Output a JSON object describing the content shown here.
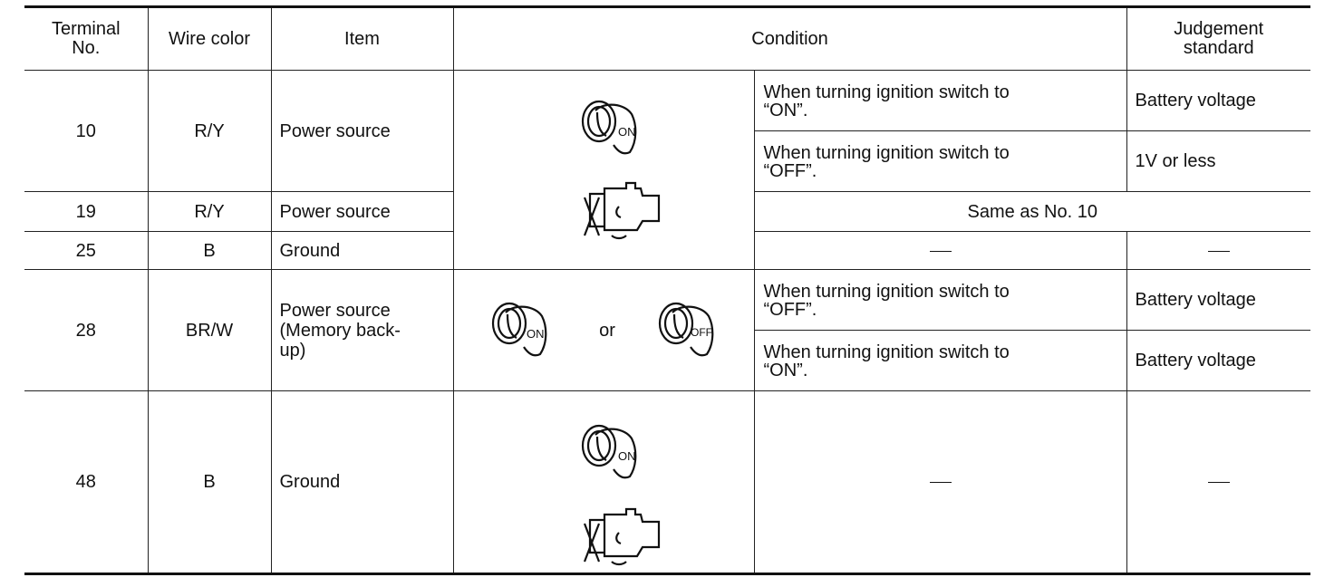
{
  "table": {
    "headers": {
      "terminal": "Terminal\nNo.",
      "wire_color": "Wire color",
      "item": "Item",
      "condition": "Condition",
      "judgement": "Judgement\nstandard"
    },
    "rows": [
      {
        "terminal": "10",
        "wire_color": "R/Y",
        "item": "Power source",
        "conditions": [
          {
            "text": "When turning ignition switch to\n“ON”.",
            "judgement": "Battery voltage"
          },
          {
            "text": "When turning ignition switch to\n“OFF”.",
            "judgement": "1V or less"
          }
        ]
      },
      {
        "terminal": "19",
        "wire_color": "R/Y",
        "item": "Power source",
        "same_as": "Same as No. 10"
      },
      {
        "terminal": "25",
        "wire_color": "B",
        "item": "Ground"
      },
      {
        "terminal": "28",
        "wire_color": "BR/W",
        "item": "Power source\n(Memory back-\nup)",
        "or_label": "or",
        "conditions": [
          {
            "text": "When turning ignition switch to\n“OFF”.",
            "judgement": "Battery voltage"
          },
          {
            "text": "When turning ignition switch to\n“ON”.",
            "judgement": "Battery voltage"
          }
        ]
      },
      {
        "terminal": "48",
        "wire_color": "B",
        "item": "Ground"
      }
    ],
    "icons": {
      "key_on_label": "ON",
      "key_off_label": "OFF",
      "key_on_icon": "ignition-key-on-icon",
      "key_off_icon": "ignition-key-off-icon",
      "engine_off_icon": "engine-stopped-icon"
    }
  }
}
